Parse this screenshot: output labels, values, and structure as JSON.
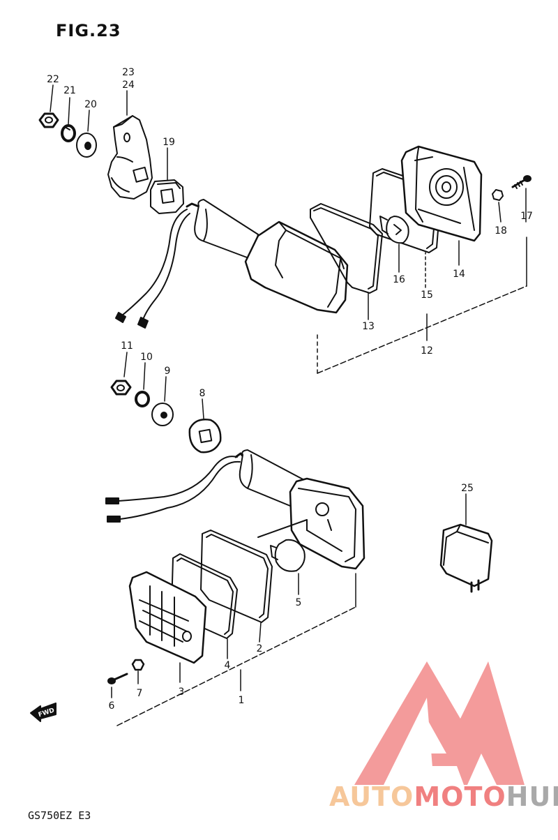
{
  "figure": {
    "title": "FIG.23",
    "model_code": "GS750EZ  E3"
  },
  "watermark": {
    "part1": "AUTO",
    "part2": "MOTO",
    "part3": "HUB",
    "colors": [
      "#f6c79a",
      "#f08080",
      "#a9a9a9"
    ]
  },
  "fwd_arrow": {
    "label": "FWD"
  },
  "callouts": {
    "c1": "1",
    "c2": "2",
    "c3": "3",
    "c4": "4",
    "c5": "5",
    "c6": "6",
    "c7": "7",
    "c8": "8",
    "c9": "9",
    "c10": "10",
    "c11": "11",
    "c12": "12",
    "c13": "13",
    "c14": "14",
    "c15": "15",
    "c16": "16",
    "c17": "17",
    "c18": "18",
    "c19": "19",
    "c20": "20",
    "c21": "21",
    "c22": "22",
    "c23": "23",
    "c24": "24",
    "c25": "25"
  }
}
